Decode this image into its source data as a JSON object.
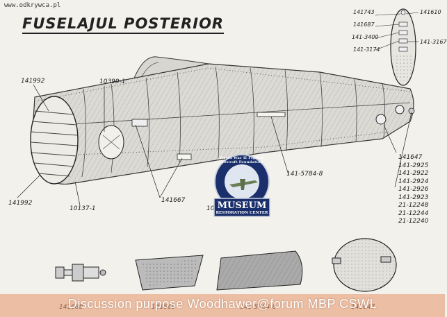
{
  "watermark_site": "www.odkrywca.pl",
  "title": "FUSELAJUL POSTERIOR",
  "callouts": {
    "top_right": [
      "141743",
      "141610",
      "141687",
      "141-3400",
      "141-3167",
      "141-3174"
    ],
    "left_top": "141992",
    "left_frame": "10399-1",
    "left_bottom": "141992",
    "bottom_left": "10137-1",
    "mid_bottom": "141667",
    "center_part": "141-5784-8",
    "partial_number": "10",
    "right_stack": [
      "141647",
      "141-2925",
      "141-2922",
      "141-2924",
      "141-2926",
      "141-2923",
      "21-12248",
      "21-12244",
      "21-12240"
    ]
  },
  "logo": {
    "arc_text": "World War II Fighter Aircraft Foundation",
    "main": "MUSEUM",
    "sub": "RESTORATION CENTER"
  },
  "bottom_parts": [
    "141688",
    "141669",
    "141-5784-8",
    "141647"
  ],
  "footer": "Discussion purpose Woodhawer@forum MBP CSWL",
  "colors": {
    "footer_band": "#e6966a",
    "ink": "#222222",
    "logo_blue": "#1a2f6b"
  }
}
